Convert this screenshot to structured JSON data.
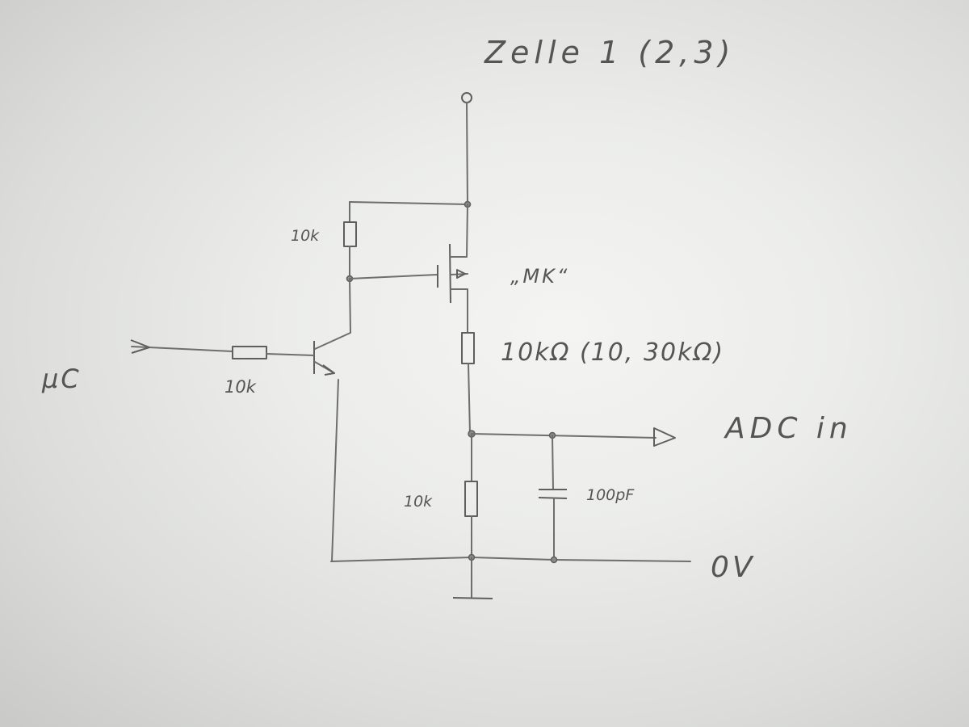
{
  "title": "Zelle 1 (2,3)",
  "labels": {
    "input": "µC",
    "r_base": "10k",
    "r_top": "10k",
    "transistor": "„MK“",
    "r_mid": "10kΩ (10, 30kΩ)",
    "output": "ADC in",
    "r_bottom": "10k",
    "capacitor": "100pF",
    "ground": "0V"
  },
  "colors": {
    "paper": "#ecedeb",
    "pencil": "#5f5f5f"
  }
}
